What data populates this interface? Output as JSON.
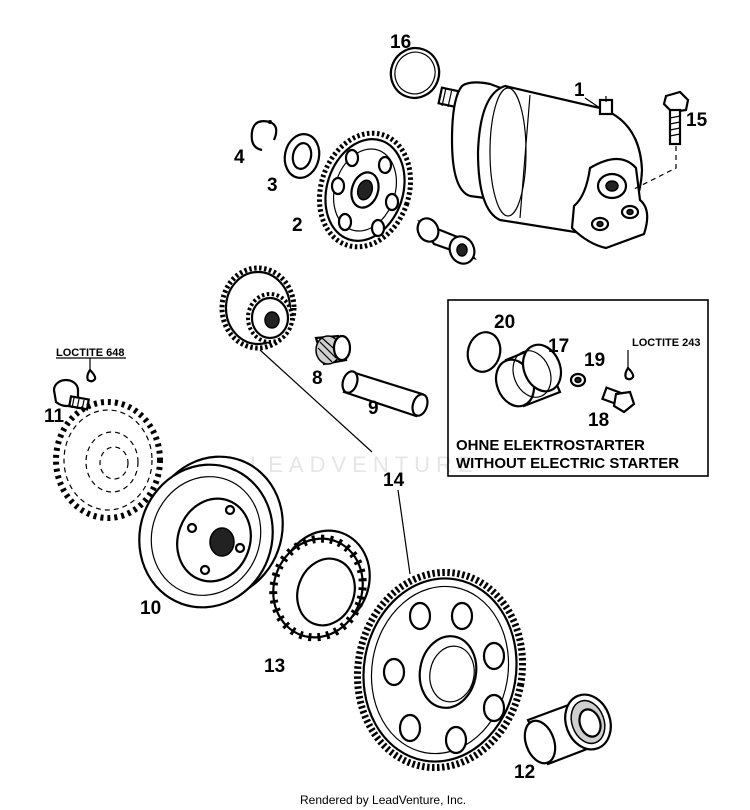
{
  "callouts": {
    "c1": "1",
    "c2": "2",
    "c3": "3",
    "c4": "4",
    "c8": "8",
    "c9": "9",
    "c10": "10",
    "c11": "11",
    "c12": "12",
    "c13": "13",
    "c14": "14",
    "c15": "15",
    "c16": "16",
    "c17": "17",
    "c18": "18",
    "c19": "19",
    "c20": "20"
  },
  "notes": {
    "loctite_648": "LOCTITE 648",
    "loctite_243": "LOCTITE 243"
  },
  "inset_box": {
    "line1": "OHNE ELEKTROSTARTER",
    "line2": "WITHOUT ELECTRIC STARTER"
  },
  "watermark": "LEADVENTURE",
  "footer": "Rendered by LeadVenture, Inc."
}
